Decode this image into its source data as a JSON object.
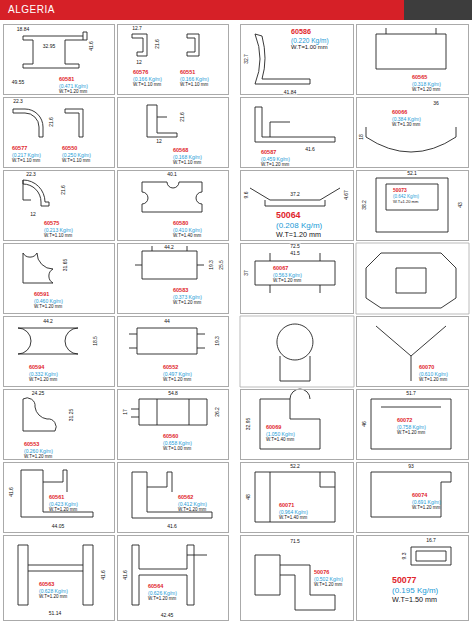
{
  "diagram": {
    "title": "ALGERIA",
    "nodes": [
      {
        "text": [
          "60581",
          "(0.471 Kg/m)",
          "W.T=1.20 mm"
        ]
      },
      {
        "text": [
          "60576",
          "(0.166 Kg/m)",
          "W.T=1.10 mm",
          "60551",
          "(0.166 Kg/m)",
          "W.T=1.10 mm"
        ]
      },
      {
        "text": [
          "60577",
          "(0.217 Kg/m)",
          "W.T=1.10 mm",
          "60550",
          "(0.250 Kg/m)",
          "W.T=1.10 mm"
        ]
      },
      {
        "text": [
          "60568",
          "(0.168 Kg/m)",
          "W.T=1.10 mm"
        ]
      },
      {
        "text": [
          "60575",
          "(0.213 Kg/m)",
          "W.T=1.10 mm"
        ]
      },
      {
        "text": [
          "60580",
          "(0.410 Kg/m)",
          "W.T=1.40 mm"
        ]
      },
      {
        "text": [
          "60591",
          "(0.460 Kg/m)",
          "W.T=1.20 mm"
        ]
      },
      {
        "text": [
          "60583",
          "(0.373 Kg/m)",
          "W.T=1.20 mm"
        ]
      },
      {
        "text": [
          "60594",
          "(0.332 Kg/m)",
          "W.T=1.20 mm"
        ]
      },
      {
        "text": [
          "60552",
          "(0.497 Kg/m)",
          "W.T=1.20 mm"
        ]
      },
      {
        "text": [
          "60553",
          "(0.260 Kg/m)",
          "W.T=1.20 mm"
        ]
      },
      {
        "text": [
          "60560",
          "(0.658 Kg/m)",
          "W.T=1.00 mm"
        ]
      },
      {
        "text": [
          "60561",
          "(0.423 Kg/m)",
          "W.T=1.20 mm"
        ]
      },
      {
        "text": [
          "60562",
          "(0.412 Kg/m)",
          "W.T=1.20 mm"
        ]
      },
      {
        "text": [
          "60563",
          "(0.628 Kg/m)",
          "W.T=1.20 mm"
        ]
      },
      {
        "text": [
          "60564",
          "(0.626 Kg/m)",
          "W.T=1.20 mm"
        ]
      },
      {
        "text": [
          "60586",
          "(0.220 Kg/m)",
          "W.T=1.00 mm"
        ]
      },
      {
        "text": [
          "60565",
          "(0.318 Kg/m)",
          "W.T=1.20 mm"
        ]
      },
      {
        "text": [
          "60587",
          "(0.459 Kg/m)",
          "W.T=1.20 mm"
        ]
      },
      {
        "text": [
          "60066",
          "(0.384 Kg/m)",
          "W.T=1.30 mm"
        ]
      },
      {
        "text": [
          "50064",
          "(0.208 Kg/m)",
          "W.T=1.20 mm"
        ]
      },
      {
        "text": [
          "50073",
          "(0.642 Kg/m)",
          "W.T=1.20 mm"
        ]
      },
      {
        "text": [
          "60067",
          "(0.563 Kg/m)",
          "W.T=1.20 mm"
        ]
      },
      {
        "text": [
          "60070",
          "(0.610 Kg/m)",
          "W.T=1.20 mm"
        ]
      },
      {
        "text": [
          "60069",
          "(1.050 Kg/m)",
          "W.T=1.40 mm"
        ]
      },
      {
        "text": [
          "60072",
          "(0.758 Kg/m)",
          "W.T=1.20 mm"
        ]
      },
      {
        "text": [
          "60071",
          "(0.964 Kg/m)",
          "W.T=1.40 mm"
        ]
      },
      {
        "text": [
          "60074",
          "(0.691 Kg/m)",
          "W.T=1.20 mm"
        ]
      },
      {
        "text": [
          "50076",
          "(0.502 Kg/m)",
          "W.T=1.20 mm"
        ]
      },
      {
        "text": [
          "50077",
          "(0.195 Kg/m)",
          "W.T=1.50 mm"
        ]
      }
    ],
    "labels": [
      "18.84",
      "32.95",
      "41.6",
      "49.55",
      "12.7",
      "21.6",
      "12",
      "22.3",
      "21.6",
      "21.6",
      "12",
      "22.3",
      "21.6",
      "12",
      "40.1",
      "31.65",
      "44.2",
      "19.3",
      "25.5",
      "44.2",
      "18.5",
      "44",
      "19.3",
      "24.25",
      "31.25",
      "17",
      "54.8",
      "26.2",
      "41.6",
      "44.05",
      "41.6",
      "41.6",
      "51.14",
      "41.6",
      "42.45",
      "32.7",
      "41.84",
      "41.6",
      "36",
      "18",
      "37.2",
      "9.6",
      "4.67",
      "52.1",
      "38.2",
      "43",
      "72.5",
      "41.5",
      "37",
      "32.95",
      "51.7",
      "46",
      "52.2",
      "48",
      "93",
      "71.5",
      "16.7",
      "9.3"
    ]
  }
}
